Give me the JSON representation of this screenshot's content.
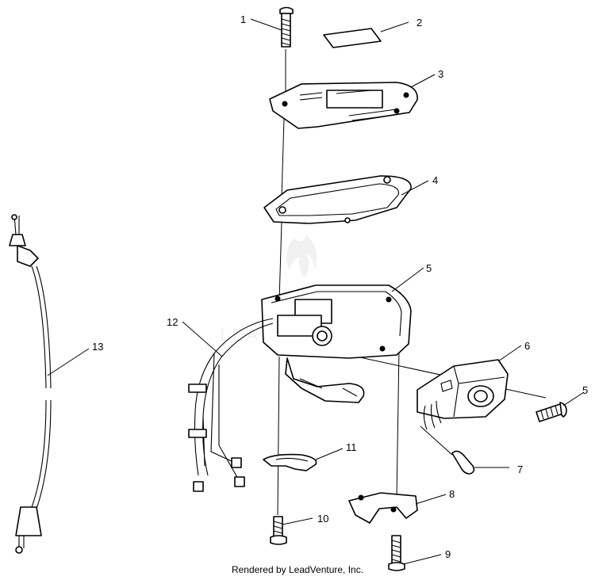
{
  "callouts": {
    "c1": "1",
    "c2": "2",
    "c3": "3",
    "c4": "4",
    "c5a": "5",
    "c5b": "5",
    "c6": "6",
    "c7": "7",
    "c8": "8",
    "c9": "9",
    "c10": "10",
    "c11": "11",
    "c12": "12",
    "c13": "13"
  },
  "watermark": "LEADVENTURE",
  "footer": "Rendered by LeadVenture, Inc."
}
